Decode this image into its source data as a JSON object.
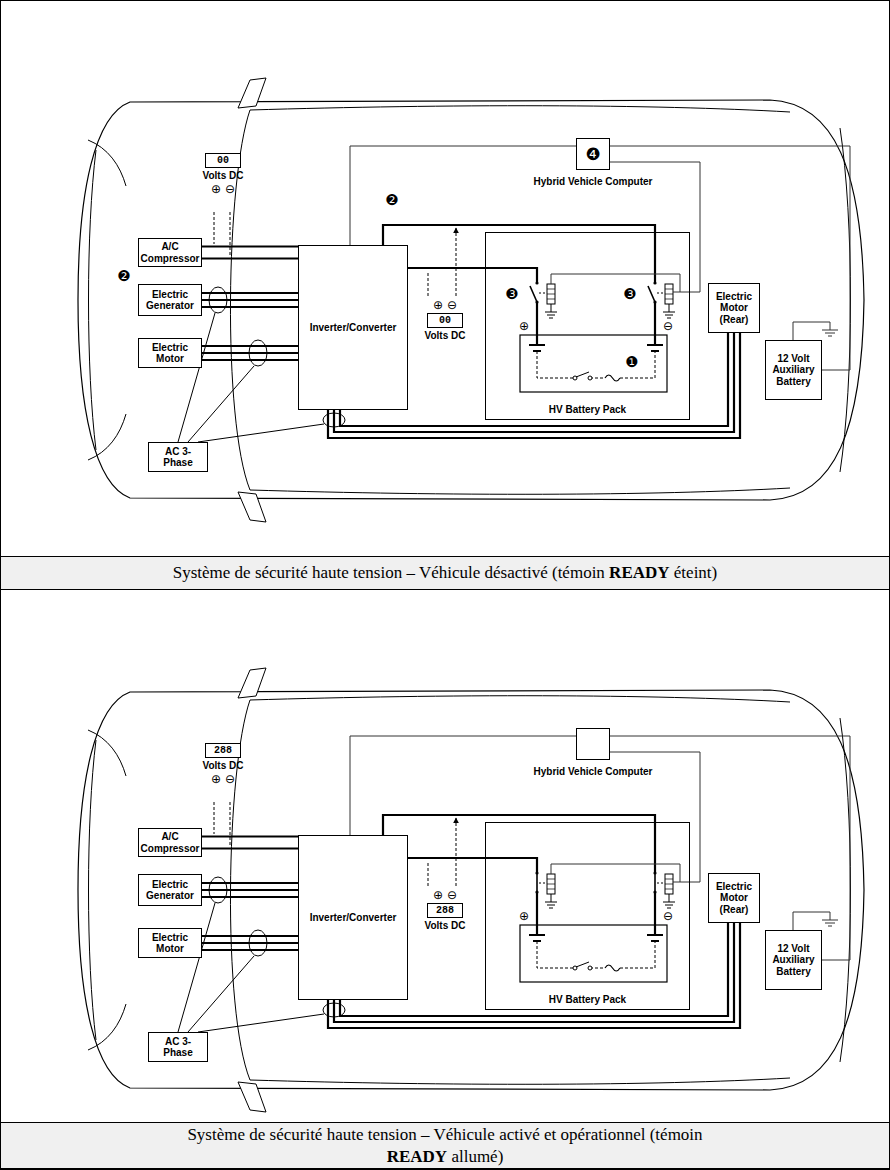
{
  "diagram": {
    "nodes": [
      {
        "text": [
          "00",
          "Volts DC",
          "⊕ ⊖"
        ]
      },
      {
        "text": [
          "❹",
          "Hybrid Vehicle Computer"
        ]
      },
      {
        "text": [
          "A/C Compressor"
        ]
      },
      {
        "text": [
          "Electric Generator"
        ]
      },
      {
        "text": [
          "Inverter/Converter"
        ]
      },
      {
        "text": [
          "HV Battery Pack"
        ]
      },
      {
        "text": [
          "⊕ ⊖",
          "00",
          "Volts DC"
        ]
      },
      {
        "text": [
          "Electric Motor (Rear)"
        ]
      },
      {
        "text": [
          "Electric Motor"
        ]
      },
      {
        "text": [
          "12 Volt Auxiliary Battery"
        ]
      },
      {
        "text": [
          "AC 3-Phase"
        ]
      },
      {
        "text": [
          "Système de sécurité haute tension – Véhicule désactivé (témoin READY éteint)"
        ]
      },
      {
        "text": [
          "288",
          "Volts DC",
          "⊕ ⊖"
        ]
      },
      {
        "text": [
          "Hybrid Vehicle Computer"
        ]
      },
      {
        "text": [
          "A/C Compressor"
        ]
      },
      {
        "text": [
          "Electric Generator"
        ]
      },
      {
        "text": [
          "Inverter/Converter"
        ]
      },
      {
        "text": [
          "HV Battery Pack"
        ]
      },
      {
        "text": [
          "⊕ ⊖",
          "288",
          "Volts DC"
        ]
      },
      {
        "text": [
          "Electric Motor (Rear)"
        ]
      },
      {
        "text": [
          "Electric Motor"
        ]
      },
      {
        "text": [
          "12 Volt Auxiliary Battery"
        ]
      },
      {
        "text": [
          "AC 3-Phase"
        ]
      },
      {
        "text": [
          "Système de sécurité haute tension – Véhicule activé et opérationnel (témoin READY allumé)"
        ]
      }
    ],
    "edges": [
      {
        "from": 2,
        "to": 4,
        "arrow": "none"
      },
      {
        "from": 3,
        "to": 4,
        "arrow": "none"
      },
      {
        "from": 8,
        "to": 4,
        "arrow": "none"
      },
      {
        "from": 4,
        "to": 7,
        "arrow": "none"
      },
      {
        "from": 4,
        "to": 5,
        "arrow": "none"
      },
      {
        "from": 4,
        "to": 5,
        "arrow": "none"
      },
      {
        "from": 1,
        "to": 4,
        "arrow": "none"
      },
      {
        "from": 1,
        "to": 5,
        "arrow": "none"
      },
      {
        "from": 1,
        "to": 9,
        "arrow": "none"
      },
      {
        "from": 14,
        "to": 16,
        "arrow": "none"
      },
      {
        "from": 15,
        "to": 16,
        "arrow": "none"
      },
      {
        "from": 20,
        "to": 16,
        "arrow": "none"
      },
      {
        "from": 16,
        "to": 19,
        "arrow": "none"
      },
      {
        "from": 16,
        "to": 17,
        "arrow": "none"
      },
      {
        "from": 16,
        "to": 17,
        "arrow": "none"
      },
      {
        "from": 13,
        "to": 16,
        "arrow": "none"
      },
      {
        "from": 13,
        "to": 17,
        "arrow": "none"
      },
      {
        "from": 13,
        "to": 21,
        "arrow": "none"
      }
    ],
    "labels": [
      "❷",
      "❷",
      "❸",
      "❸",
      "⊕",
      "⊖",
      "❶",
      "⊕",
      "⊖"
    ]
  }
}
